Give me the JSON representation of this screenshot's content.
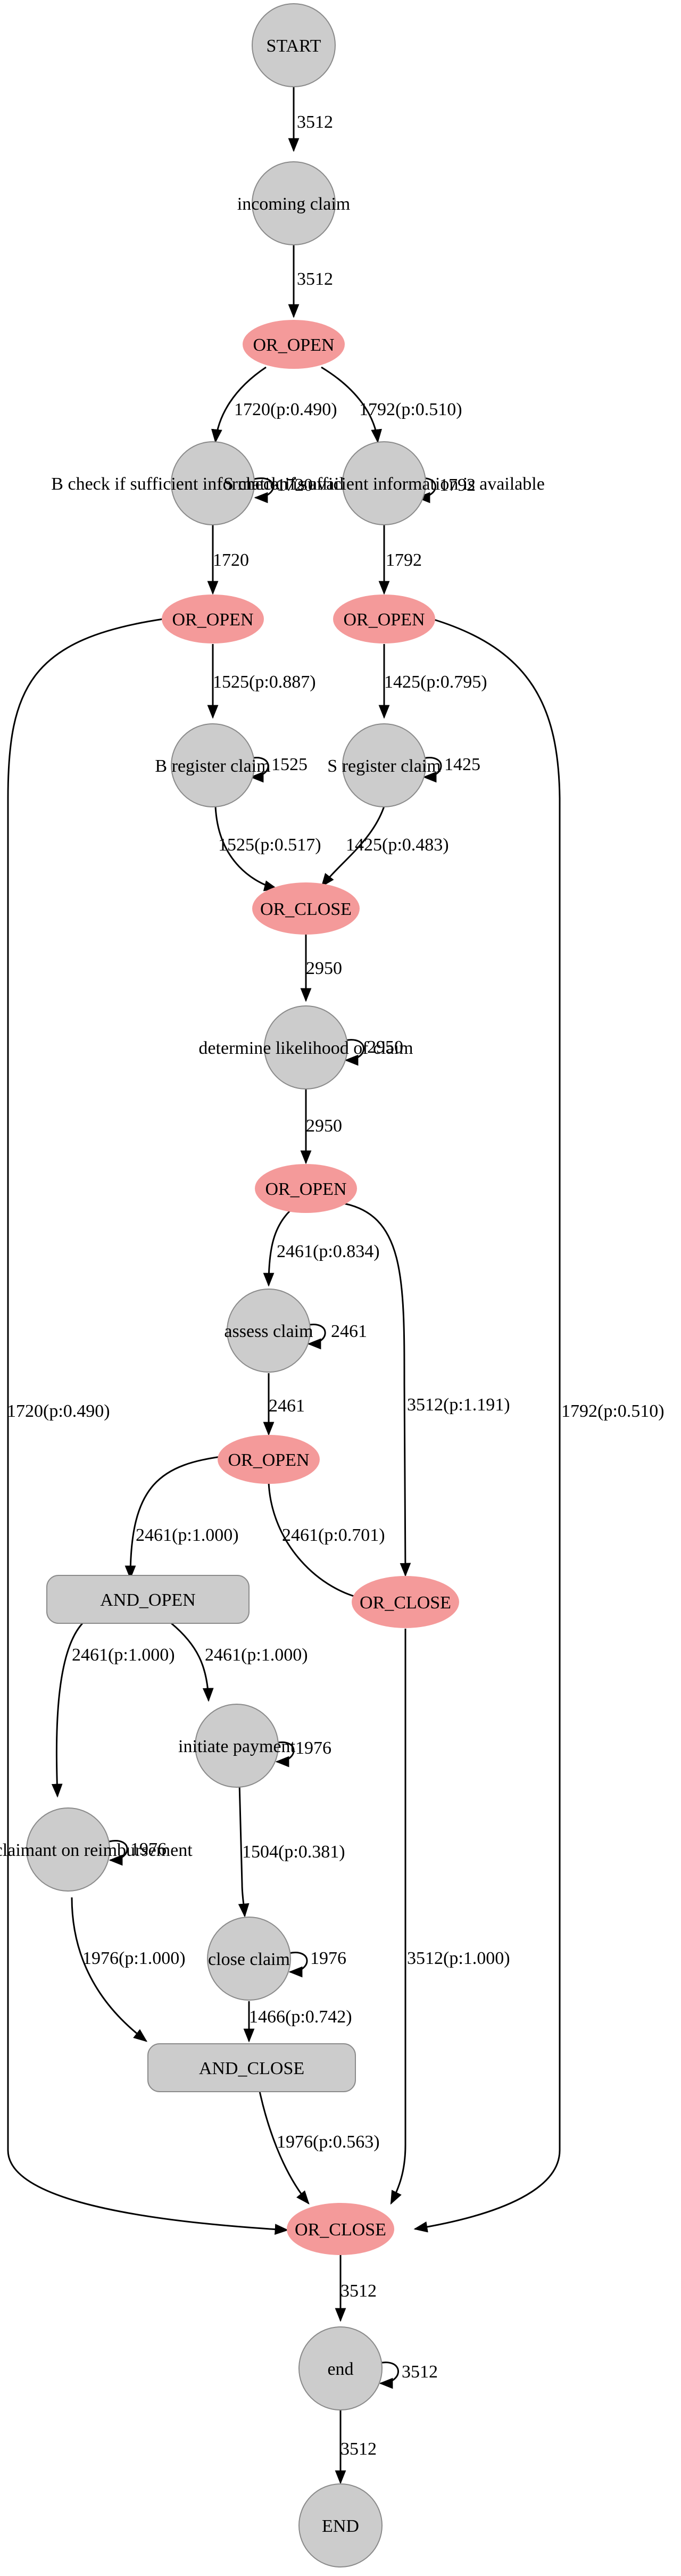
{
  "nodes": {
    "start": "START",
    "incoming_claim": "incoming claim",
    "or_open_1": "OR_OPEN",
    "b_check": "B check if sufficient information is available",
    "s_check": "S check if sufficient information is available",
    "or_open_b": "OR_OPEN",
    "or_open_s": "OR_OPEN",
    "b_register": "B register claim",
    "s_register": "S register claim",
    "or_close_1": "OR_CLOSE",
    "determine": "determine likelihood of claim",
    "or_open_2": "OR_OPEN",
    "assess": "assess claim",
    "or_open_3": "OR_OPEN",
    "and_open": "AND_OPEN",
    "or_close_2": "OR_CLOSE",
    "initiate_payment": "initiate payment",
    "advise_claimant": "advise claimant on reimbursement",
    "close_claim": "close claim",
    "and_close": "AND_CLOSE",
    "or_close_3": "OR_CLOSE",
    "end": "end",
    "end_final": "END"
  },
  "edges": {
    "start_incoming": "3512",
    "incoming_oropen": "3512",
    "oropen_bcheck": "1720(p:0.490)",
    "oropen_scheck": "1792(p:0.510)",
    "bcheck_self": "1720",
    "scheck_self": "1792",
    "bcheck_oropen": "1720",
    "scheck_oropen": "1792",
    "oropenb_bregister": "1525(p:0.887)",
    "oropens_sregister": "1425(p:0.795)",
    "bregister_self": "1525",
    "sregister_self": "1425",
    "bregister_orclose": "1525(p:0.517)",
    "sregister_orclose": "1425(p:0.483)",
    "orclose_determine": "2950",
    "determine_self": "2950",
    "determine_oropen": "2950",
    "oropen2_assess": "2461(p:0.834)",
    "oropen2_orclose2": "3512(p:1.191)",
    "assess_self": "2461",
    "assess_oropen3": "2461",
    "oropen3_andopen": "2461(p:1.000)",
    "oropen3_orclose2": "2461(p:0.701)",
    "andopen_advise": "2461(p:1.000)",
    "andopen_initiate": "2461(p:1.000)",
    "initiate_self": "1976",
    "advise_self": "1976",
    "initiate_close": "1504(p:0.381)",
    "advise_andclose": "1976(p:1.000)",
    "close_self": "1976",
    "close_andclose": "1466(p:0.742)",
    "oropenb_orclose3": "1720(p:0.490)",
    "oropens_orclose3": "1792(p:0.510)",
    "orclose2_orclose3": "3512(p:1.000)",
    "andclose_orclose3": "1976(p:0.563)",
    "orclose3_end": "3512",
    "end_self": "3512",
    "end_endfinal": "3512"
  }
}
